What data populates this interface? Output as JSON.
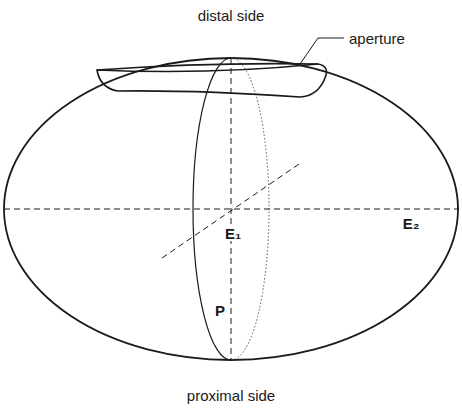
{
  "diagram": {
    "labels": [
      "distal side",
      "aperture",
      "E₁",
      "E₂",
      "P",
      "proximal side"
    ]
  }
}
